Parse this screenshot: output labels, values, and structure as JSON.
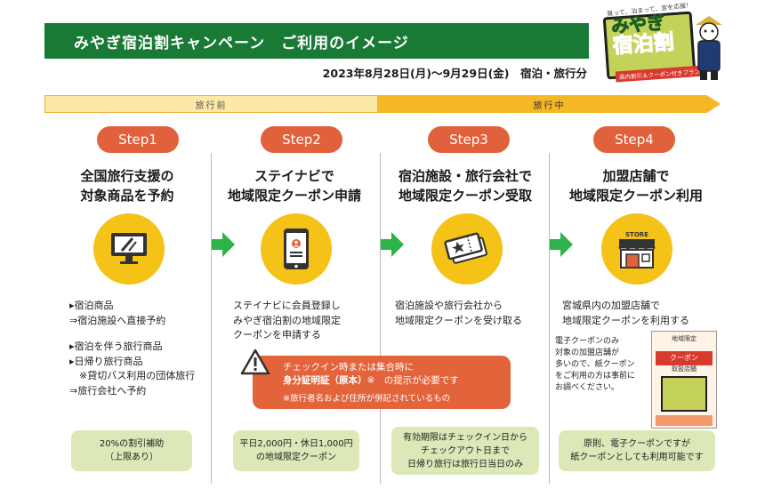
{
  "header": {
    "title": "みやぎ宿泊割キャンペーン　ご利用のイメージ",
    "period": "2023年8月28日(月)～9月29日(金)　宿泊・旅行分"
  },
  "logo": {
    "tagline": "買って、泊まって、宮を応援！",
    "line1": "みやぎ",
    "line2": "宿泊割",
    "sub": "県内割引＆クーポン付きプラン"
  },
  "timeline": {
    "before": "旅行前",
    "during": "旅行中"
  },
  "steps": [
    {
      "badge": "Step1",
      "title1": "全国旅行支援の",
      "title2": "対象商品を予約",
      "icon": "monitor-icon",
      "desc": [
        "▸宿泊商品",
        "⇒宿泊施設へ直接予約",
        "",
        "▸宿泊を伴う旅行商品",
        "▸日帰り旅行商品",
        "　※貸切バス利用の団体旅行",
        "⇒旅行会社へ予約"
      ],
      "note1": "20%の割引補助",
      "note2": "（上限あり）",
      "note3": ""
    },
    {
      "badge": "Step2",
      "title1": "ステイナビで",
      "title2": "地域限定クーポン申請",
      "icon": "smartphone-icon",
      "desc": [
        "ステイナビに会員登録し",
        "みやぎ宿泊割の地域限定",
        "クーポンを申請する"
      ],
      "note1": "平日2,000円・休日1,000円",
      "note2": "の地域限定クーポン",
      "note3": ""
    },
    {
      "badge": "Step3",
      "title1": "宿泊施設・旅行会社で",
      "title2": "地域限定クーポン受取",
      "icon": "ticket-icon",
      "desc": [
        "宿泊施設や旅行会社から",
        "地域限定クーポンを受け取る"
      ],
      "note1": "有効期限はチェックイン日から",
      "note2": "チェックアウト日まで",
      "note3": "日帰り旅行は旅行日当日のみ"
    },
    {
      "badge": "Step4",
      "title1": "加盟店舗で",
      "title2": "地域限定クーポン利用",
      "icon": "store-icon",
      "store_label": "STORE",
      "desc": [
        "宮城県内の加盟店舗で",
        "地域限定クーポンを利用する"
      ],
      "side_note": [
        "電子クーポンのみ",
        "対象の加盟店舗が",
        "多いので、紙クーポン",
        "をご利用の方は事前に",
        "お調べください。"
      ],
      "note1": "原則、電子クーポンですが",
      "note2": "紙クーポンとしても利用可能です",
      "note3": ""
    }
  ],
  "warning": {
    "line1": "チェックイン時または集合時に",
    "line2_bold": "身分証明証（原本）",
    "line2_rest": "※　の提示が必要です",
    "line3": "※旅行者名および住所が併記されているもの"
  },
  "coupon_sample": {
    "top": "地域限定",
    "label": "クーポン",
    "sub": "取扱店舗"
  },
  "colors": {
    "title_bar": "#187a34",
    "badge": "#e0613c",
    "icon_circle": "#f5c218",
    "arrow": "#2db34a",
    "note_box": "#dce8b8",
    "timeline_before": "#fde8a8",
    "timeline_during": "#f5b825"
  }
}
